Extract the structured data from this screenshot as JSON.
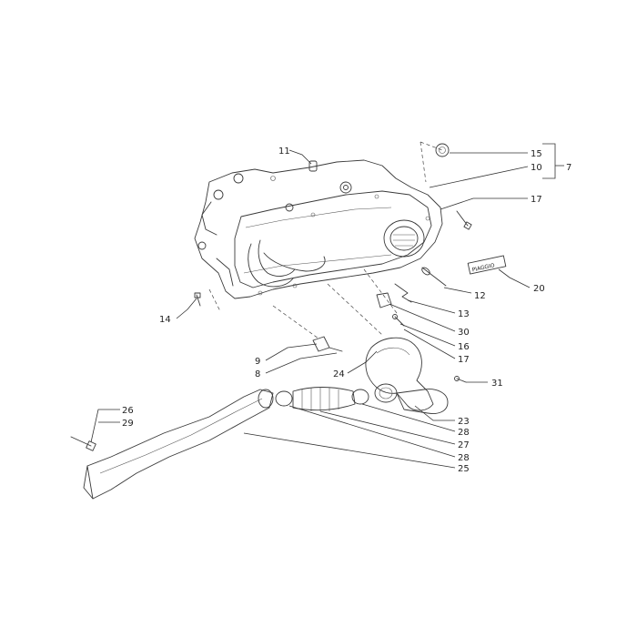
{
  "callouts": {
    "c11": "11",
    "c15": "15",
    "c10": "10",
    "c7": "7",
    "c17a": "17",
    "c14": "14",
    "c12": "12",
    "c20": "20",
    "c13": "13",
    "c30": "30",
    "c16": "16",
    "c17b": "17",
    "c9": "9",
    "c8": "8",
    "c24": "24",
    "c31": "31",
    "c26": "26",
    "c29": "29",
    "c23": "23",
    "c28a": "28",
    "c27": "27",
    "c28b": "28",
    "c25": "25"
  },
  "badge": {
    "text": "PIAGGIO"
  }
}
